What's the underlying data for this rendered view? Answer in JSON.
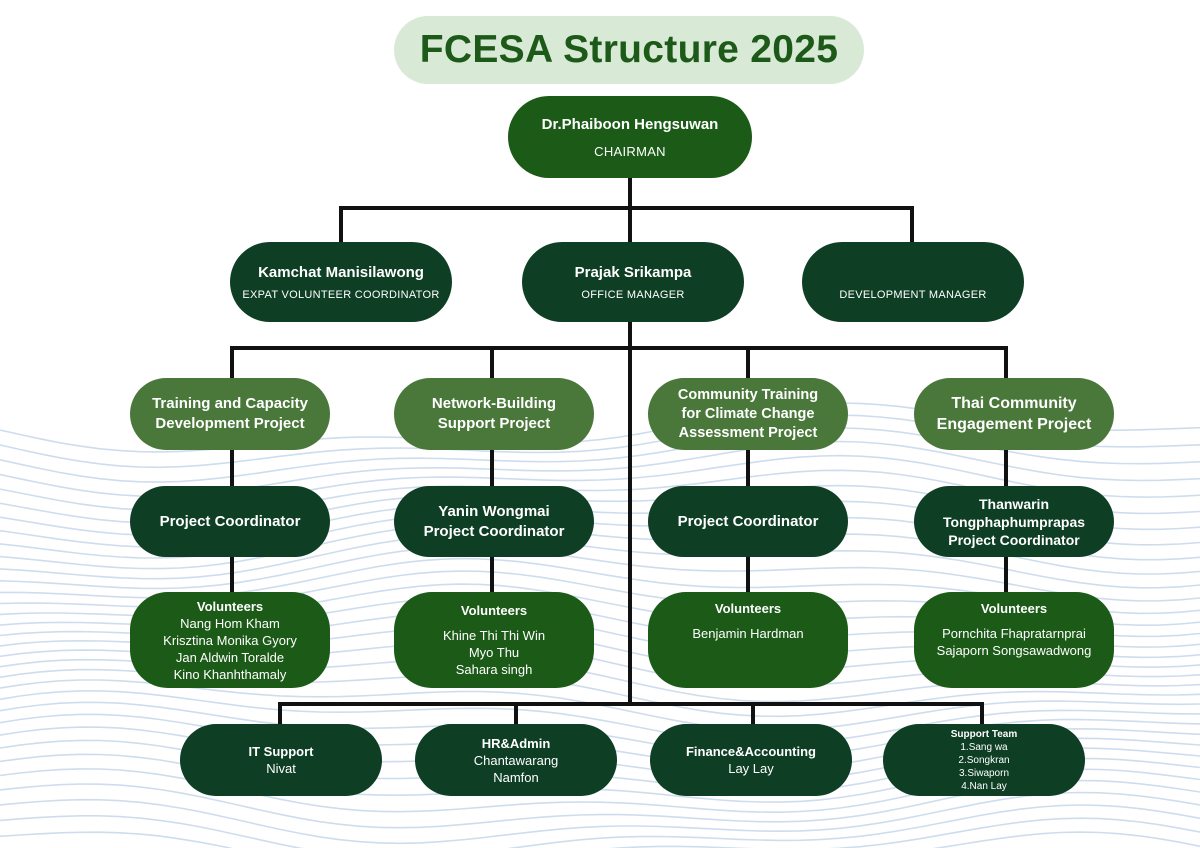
{
  "title": "FCESA Structure 2025",
  "chairman": {
    "name": "Dr.Phaiboon Hengsuwan",
    "role": "CHAIRMAN"
  },
  "managers": [
    {
      "name": "Kamchat Manisilawong",
      "role": "EXPAT VOLUNTEER COORDINATOR"
    },
    {
      "name": "Prajak Srikampa",
      "role": "OFFICE MANAGER"
    },
    {
      "name": "",
      "role": "DEVELOPMENT MANAGER"
    }
  ],
  "projects": [
    {
      "title": "Training and Capacity\nDevelopment Project",
      "coordinator": "Project Coordinator",
      "volunteers_title": "Volunteers",
      "volunteers": "Nang Hom Kham\nKrisztina Monika Gyory\nJan Aldwin Toralde\nKino Khanhthamaly"
    },
    {
      "title": "Network-Building\nSupport Project",
      "coordinator": "Yanin Wongmai\nProject Coordinator",
      "volunteers_title": "Volunteers",
      "volunteers": "Khine Thi Thi Win\nMyo Thu\nSahara singh"
    },
    {
      "title": "Community Training\nfor Climate Change\nAssessment Project",
      "coordinator": "Project Coordinator",
      "volunteers_title": "Volunteers",
      "volunteers": "Benjamin  Hardman"
    },
    {
      "title": "Thai Community\nEngagement Project",
      "coordinator": "Thanwarin\nTongphaphumprapas\nProject Coordinator",
      "volunteers_title": "Volunteers",
      "volunteers": "Pornchita Fhapratarnprai\nSajaporn Songsawadwong"
    }
  ],
  "support": [
    {
      "title": "IT Support",
      "names": "Nivat"
    },
    {
      "title": "HR&Admin",
      "names": "Chantawarang\nNamfon"
    },
    {
      "title": "Finance&Accounting",
      "names": "Lay Lay"
    },
    {
      "title": "Support Team",
      "names": "1.Sang wa\n2.Songkran\n3.Siwaporn\n4.Nan Lay"
    }
  ],
  "colors": {
    "title_bg": "#d8ead5",
    "title_text": "#1d5a1a",
    "node_dark": "#0e3e24",
    "node_mid": "#1b5a17",
    "node_light": "#4a773a",
    "connector": "#111111",
    "wave": "#b9cfe6"
  }
}
